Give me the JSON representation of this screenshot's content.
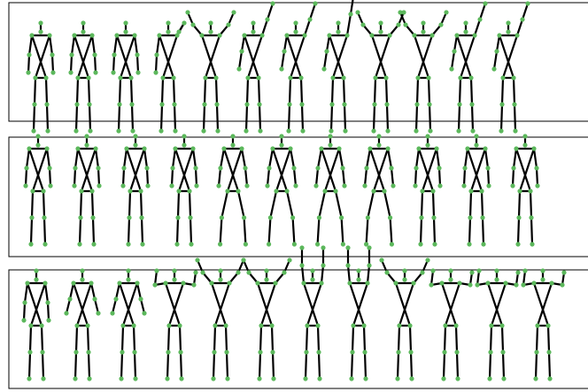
{
  "figure": {
    "panels": [
      {
        "id": "row-1",
        "poses": [
          "stand",
          "stand",
          "stand",
          "arm-wave",
          "arms-up-wide",
          "reach-one-up",
          "reach-one-up",
          "reach-one-up-high",
          "arms-up-wide",
          "arms-up-wide",
          "reach-one-up",
          "reach-one-up"
        ]
      },
      {
        "id": "row-2",
        "poses": [
          "stand",
          "stand",
          "stand",
          "stand",
          "stand-wide",
          "stand-wide",
          "stand-wide",
          "stand-wide",
          "stand",
          "stand",
          "stand"
        ]
      },
      {
        "id": "row-3",
        "poses": [
          "stand",
          "arms-low",
          "arms-low",
          "arms-side",
          "arms-up-wide",
          "arms-up-wide",
          "arms-up-tall",
          "arms-up-tall",
          "arms-up-wide",
          "arms-side",
          "arms-side",
          "arms-side"
        ]
      }
    ],
    "colors": {
      "bone": "#000000",
      "joint": "#5cb85c",
      "frame": "#000000",
      "background": "#ffffff"
    }
  }
}
